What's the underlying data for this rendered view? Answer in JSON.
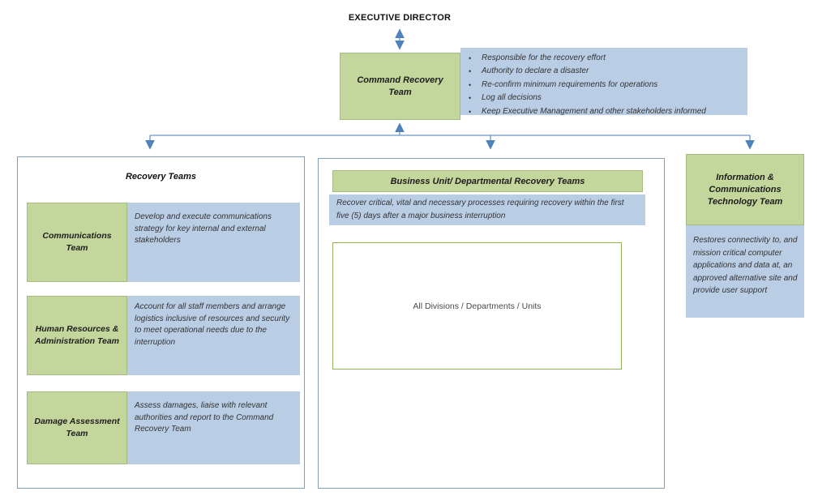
{
  "header": {
    "executive_director": "EXECUTIVE DIRECTOR"
  },
  "command": {
    "title": "Command Recovery Team",
    "responsibilities": [
      "Responsible for the recovery effort",
      "Authority to declare a disaster",
      "Re-confirm minimum requirements for operations",
      "Log all decisions",
      "Keep Executive Management and other stakeholders informed"
    ],
    "bullet_glyph": "•"
  },
  "left_panel": {
    "title": "Recovery Teams",
    "teams": [
      {
        "name": "Communications Team",
        "description": "Develop and execute communications strategy for key internal and external stakeholders"
      },
      {
        "name": "Human Resources & Administration Team",
        "description": "Account for all staff members and arrange logistics inclusive of resources and security to meet operational needs due to the interruption"
      },
      {
        "name": "Damage Assessment Team",
        "description": "Assess damages, liaise with relevant authorities and report to the Command Recovery Team"
      }
    ]
  },
  "middle_panel": {
    "title": "Business Unit/ Departmental Recovery Teams",
    "description": "Recover critical, vital and necessary processes requiring recovery within the first five (5) days after a major business interruption",
    "inner_box_label": "All Divisions / Departments / Units"
  },
  "right_panel": {
    "title": "Information & Communications Technology Team",
    "description": "Restores connectivity to, and mission critical computer applications and data at, an approved alternative site and provide user support"
  },
  "colors": {
    "green_fill": "#c3d69b",
    "blue_fill": "#b9cde5",
    "arrow_blue": "#4f81bd",
    "panel_border": "#7fa0bd",
    "inner_box_border": "#94b159"
  }
}
